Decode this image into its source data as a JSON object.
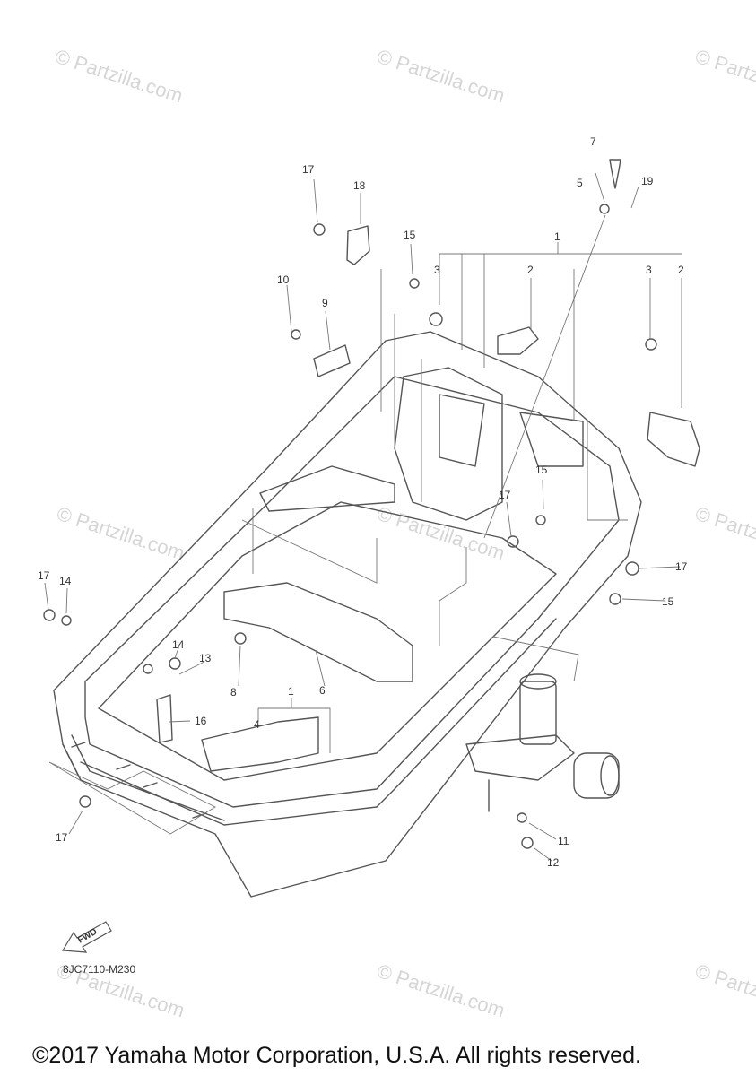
{
  "watermark": "© Partzilla.com",
  "drawing_code": "8JC7110-M230",
  "fwd_label": "FWD",
  "copyright": "©2017 Yamaha Motor Corporation, U.S.A. All rights reserved.",
  "callouts": [
    "1",
    "2",
    "3",
    "4",
    "5",
    "6",
    "7",
    "8",
    "9",
    "10",
    "11",
    "12",
    "13",
    "14",
    "15",
    "16",
    "17",
    "18",
    "19"
  ],
  "colors": {
    "line": "#555555",
    "watermark": "#d6d6d6",
    "text": "#333333"
  }
}
